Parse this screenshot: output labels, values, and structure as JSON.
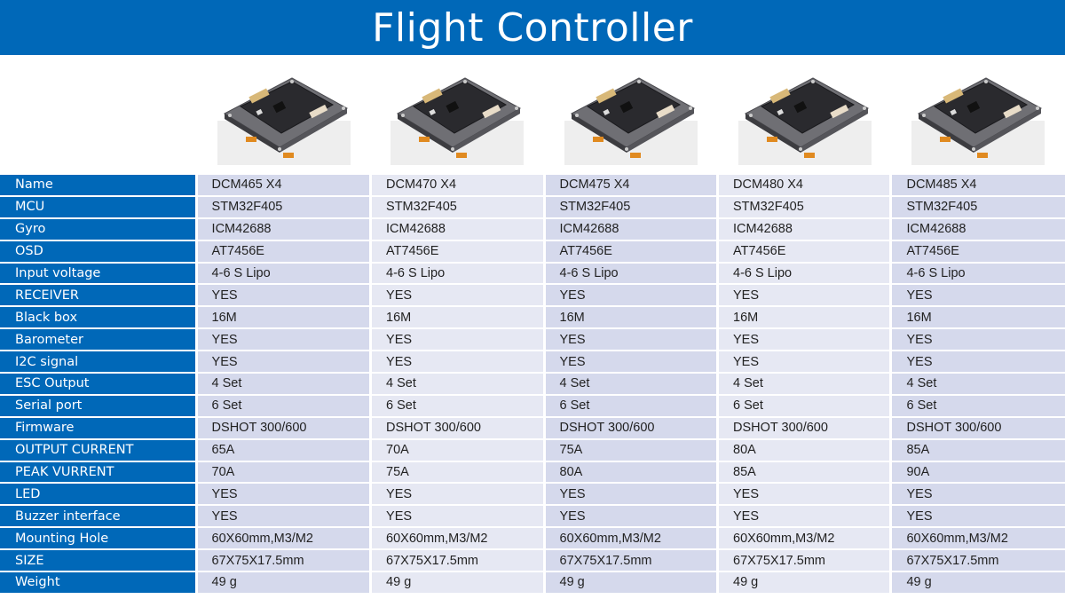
{
  "header": {
    "title": "Flight Controller"
  },
  "products": [
    {
      "image": "flight-controller-board-photo",
      "name": "DCM465 X4"
    },
    {
      "image": "flight-controller-board-photo",
      "name": "DCM470 X4"
    },
    {
      "image": "flight-controller-board-photo",
      "name": "DCM475 X4"
    },
    {
      "image": "flight-controller-board-photo",
      "name": "DCM480 X4"
    },
    {
      "image": "flight-controller-board-photo",
      "name": "DCM485 X4"
    }
  ],
  "colors": {
    "header_bg": "#0068b8",
    "label_bg": "#0068b8",
    "cell_dark": "#d5d9ec",
    "cell_light": "#e6e8f3"
  },
  "table": {
    "rows": [
      {
        "label": "Name",
        "values": [
          "DCM465 X4",
          "DCM470 X4",
          "DCM475 X4",
          "DCM480 X4",
          "DCM485 X4"
        ]
      },
      {
        "label": "MCU",
        "values": [
          "STM32F405",
          "STM32F405",
          "STM32F405",
          "STM32F405",
          "STM32F405"
        ]
      },
      {
        "label": "Gyro",
        "values": [
          "ICM42688",
          "ICM42688",
          "ICM42688",
          "ICM42688",
          "ICM42688"
        ]
      },
      {
        "label": "OSD",
        "values": [
          "AT7456E",
          "AT7456E",
          "AT7456E",
          "AT7456E",
          "AT7456E"
        ]
      },
      {
        "label": "Input voltage",
        "values": [
          "4-6 S Lipo",
          "4-6 S Lipo",
          "4-6 S Lipo",
          "4-6 S Lipo",
          "4-6 S Lipo"
        ]
      },
      {
        "label": "RECEIVER",
        "values": [
          "YES",
          "YES",
          "YES",
          "YES",
          "YES"
        ]
      },
      {
        "label": "Black box",
        "values": [
          "16M",
          "16M",
          "16M",
          "16M",
          "16M"
        ]
      },
      {
        "label": "Barometer",
        "values": [
          "YES",
          "YES",
          "YES",
          "YES",
          "YES"
        ]
      },
      {
        "label": "I2C signal",
        "values": [
          "YES",
          "YES",
          "YES",
          "YES",
          "YES"
        ]
      },
      {
        "label": "ESC Output",
        "values": [
          "4 Set",
          "4 Set",
          "4 Set",
          "4 Set",
          "4 Set"
        ]
      },
      {
        "label": "Serial port",
        "values": [
          "6 Set",
          "6 Set",
          "6 Set",
          "6 Set",
          "6 Set"
        ]
      },
      {
        "label": "Firmware",
        "values": [
          "DSHOT 300/600",
          "DSHOT 300/600",
          "DSHOT 300/600",
          "DSHOT 300/600",
          "DSHOT 300/600"
        ]
      },
      {
        "label": "OUTPUT CURRENT",
        "values": [
          "65A",
          "70A",
          "75A",
          "80A",
          "85A"
        ]
      },
      {
        "label": "PEAK VURRENT",
        "values": [
          "70A",
          "75A",
          "80A",
          "85A",
          "90A"
        ]
      },
      {
        "label": "LED",
        "values": [
          "YES",
          "YES",
          "YES",
          "YES",
          "YES"
        ]
      },
      {
        "label": "Buzzer interface",
        "values": [
          "YES",
          "YES",
          "YES",
          "YES",
          "YES"
        ]
      },
      {
        "label": "Mounting Hole",
        "values": [
          "60X60mm,M3/M2",
          "60X60mm,M3/M2",
          "60X60mm,M3/M2",
          "60X60mm,M3/M2",
          "60X60mm,M3/M2"
        ]
      },
      {
        "label": "SIZE",
        "values": [
          "67X75X17.5mm",
          "67X75X17.5mm",
          "67X75X17.5mm",
          "67X75X17.5mm",
          "67X75X17.5mm"
        ]
      },
      {
        "label": "Weight",
        "values": [
          "49 g",
          "49 g",
          "49 g",
          "49 g",
          "49 g"
        ]
      }
    ]
  }
}
